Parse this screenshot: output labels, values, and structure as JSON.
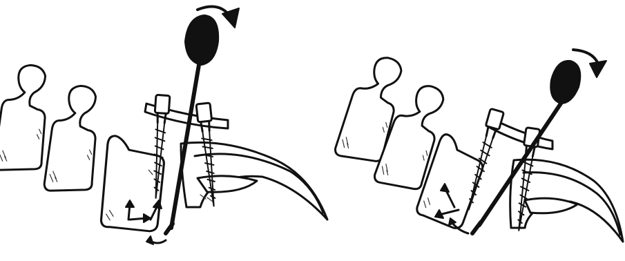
{
  "figure": {
    "panels": [
      {
        "id": "left",
        "phase": "initial"
      },
      {
        "id": "right",
        "phase": "rotated"
      }
    ],
    "icons": [
      "vertebra",
      "pedicle-screw",
      "rod",
      "spreader-instrument",
      "rotation-arrow",
      "direction-arrow"
    ],
    "colors": {
      "ink": "#111111",
      "background": "#ffffff"
    }
  }
}
